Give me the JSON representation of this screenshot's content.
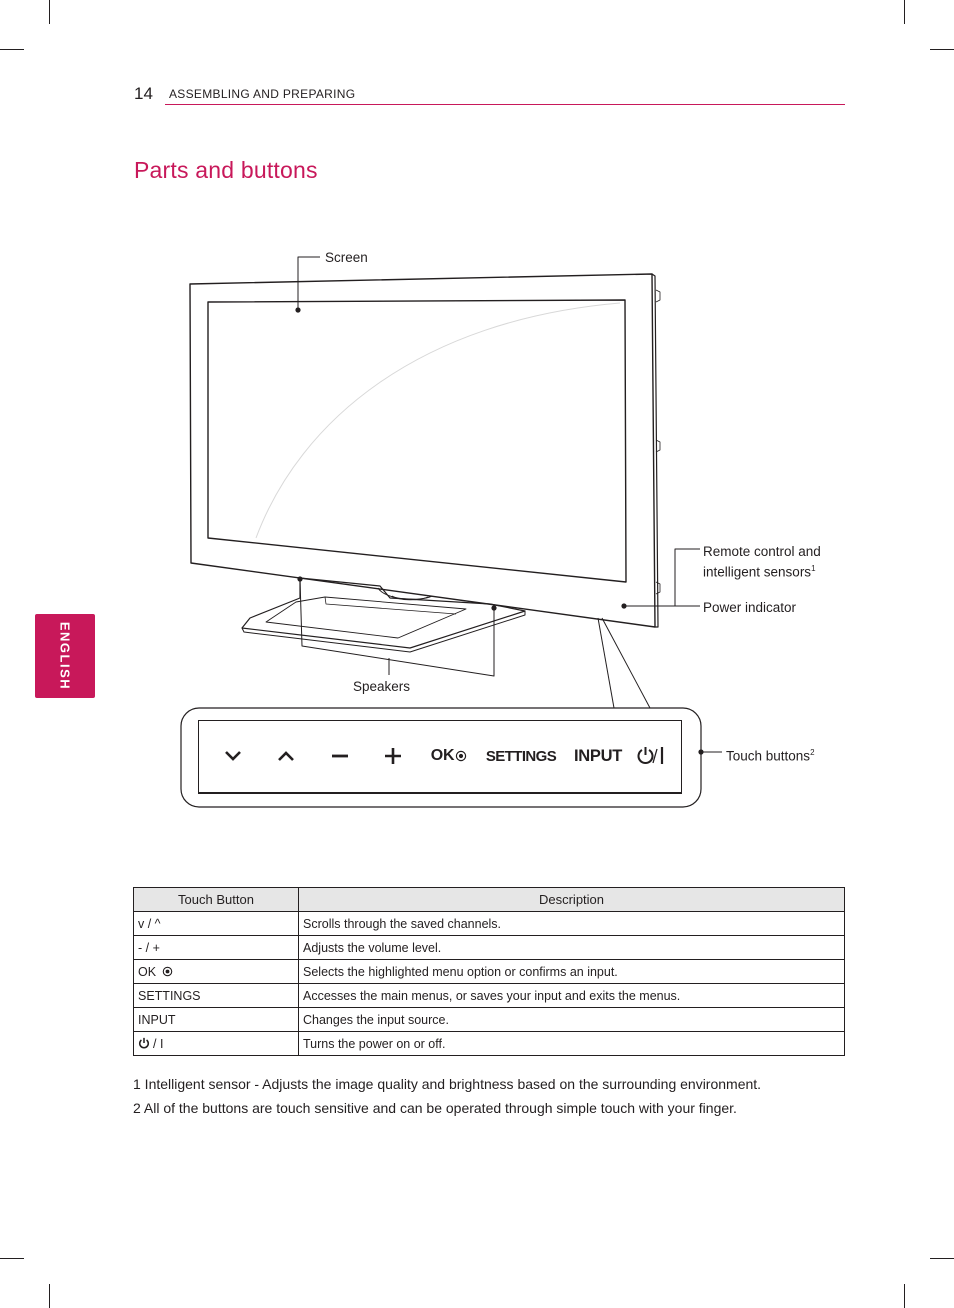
{
  "header": {
    "page_number": "14",
    "section": "ASSEMBLING AND PREPARING"
  },
  "title": "Parts and buttons",
  "side_tab": "ENGLISH",
  "callouts": {
    "screen": "Screen",
    "remote_line1": "Remote control and",
    "remote_line2": "intelligent sensors",
    "remote_sup": "1",
    "power_indicator": "Power indicator",
    "speakers": "Speakers",
    "touch_buttons": "Touch buttons",
    "touch_sup": "2"
  },
  "panel_buttons": {
    "down_icon": "chevron-down-icon",
    "up_icon": "chevron-up-icon",
    "minus_icon": "minus-icon",
    "plus_icon": "plus-icon",
    "ok": "OK",
    "settings": "SETTINGS",
    "input": "INPUT",
    "power_icon": "power-icon"
  },
  "table": {
    "headers": [
      "Touch Button",
      "Description"
    ],
    "rows": [
      {
        "button": "v / ^",
        "description": "Scrolls through the saved channels."
      },
      {
        "button": "- / +",
        "description": "Adjusts the volume level."
      },
      {
        "button": "OK",
        "description": "Selects the highlighted menu option or confirms an input."
      },
      {
        "button": "SETTINGS",
        "description": "Accesses the main menus, or saves your input and exits the menus."
      },
      {
        "button": "INPUT",
        "description": "Changes the input source."
      },
      {
        "button": "/ I",
        "description": "Turns the power on or off."
      }
    ]
  },
  "footnotes": [
    "1 Intelligent sensor - Adjusts the image quality and brightness based on the surrounding environment.",
    "2 All of the buttons are touch sensitive and can be operated through simple touch with your finger."
  ]
}
